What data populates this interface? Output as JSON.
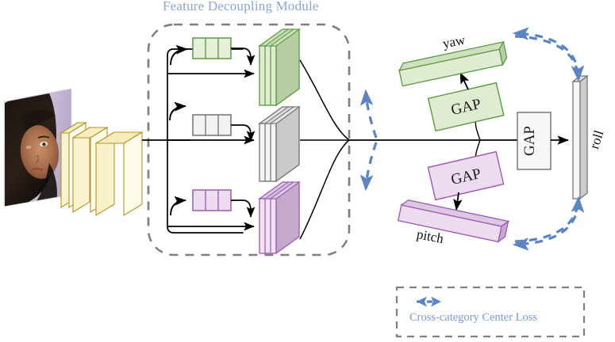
{
  "figure": {
    "title": "Feature Decoupling Module",
    "title_color": "#8ba5d6",
    "accent_blue": "#5b84c4",
    "dashed_gray": "#7f7f7f"
  },
  "input": {
    "image_name": "face-photo",
    "backbone_name": "cnn-backbone",
    "backbone_block_color": "#fdf7d8",
    "backbone_edge_color": "#b39328"
  },
  "fdm": {
    "title": "Feature Decoupling Module",
    "branches": [
      {
        "id": "yaw-branch",
        "name": "green",
        "fill": "#dfecd2",
        "fill_dark": "#b7ceA4",
        "fill_top": "#cfe0c0",
        "edge": "#5a9b3e",
        "segments": 3
      },
      {
        "id": "roll-branch",
        "name": "gray",
        "fill": "#f2f2f2",
        "fill_dark": "#c9c9c9",
        "fill_top": "#e2e2e2",
        "edge": "#707070",
        "segments": 3
      },
      {
        "id": "pitch-branch",
        "name": "purple",
        "fill": "#eddcf0",
        "fill_dark": "#c4a9cc",
        "fill_top": "#ddc8e2",
        "edge": "#9b59b6",
        "segments": 3
      }
    ]
  },
  "heads": [
    {
      "id": "yaw",
      "gap_label": "GAP",
      "output_label": "yaw",
      "fill": "#dfecd2",
      "edge": "#5a9b3e"
    },
    {
      "id": "roll",
      "gap_label": "GAP",
      "output_label": "roll",
      "fill": "#f7f7f7",
      "edge": "#707070"
    },
    {
      "id": "pitch",
      "gap_label": "GAP",
      "output_label": "pitch",
      "fill": "#eddcf0",
      "edge": "#9b59b6"
    }
  ],
  "legend": {
    "label": "Cross-category Center Loss",
    "arrow_name": "double-headed-dashed-arrow",
    "arrow_color": "#5b84c4",
    "box_color": "#7f7f7f"
  }
}
